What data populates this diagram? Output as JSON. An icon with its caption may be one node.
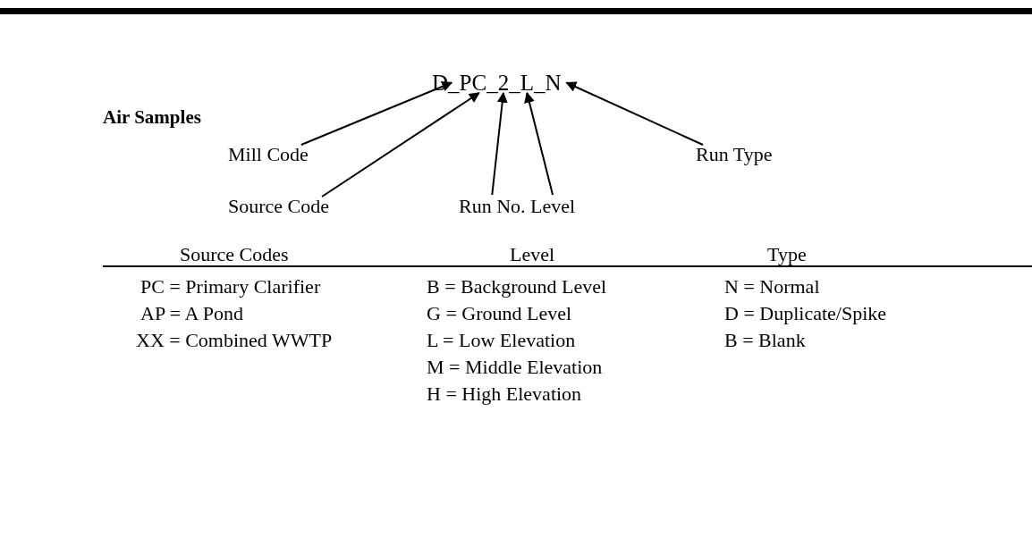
{
  "diagram": {
    "title": "Air Samples",
    "nodes": [
      {
        "text": [
          "D_PC_2_L_N"
        ]
      },
      {
        "text": [
          "Mill Code"
        ]
      },
      {
        "text": [
          "Run Type"
        ]
      },
      {
        "text": [
          "Source Code"
        ]
      },
      {
        "text": [
          "Run No."
        ]
      },
      {
        "text": [
          "Level"
        ]
      }
    ],
    "edges": [
      {
        "from": 1,
        "to": 0,
        "arrow": "to"
      },
      {
        "from": 2,
        "to": 0,
        "arrow": "to"
      },
      {
        "from": 3,
        "to": 0,
        "arrow": "to"
      },
      {
        "from": 4,
        "to": 0,
        "arrow": "to"
      },
      {
        "from": 5,
        "to": 0,
        "arrow": "to"
      }
    ],
    "labels": [
      "Source Codes",
      "Level",
      "Type",
      "PC = Primary Clarifier",
      "B = Background Level",
      "N = Normal",
      "AP = A Pond",
      "G = Ground Level",
      "D = Duplicate/Spike",
      "XX = Combined WWTP",
      "L = Low Elevation",
      "B = Blank",
      "M = Middle Elevation",
      "H = High Elevation"
    ]
  }
}
